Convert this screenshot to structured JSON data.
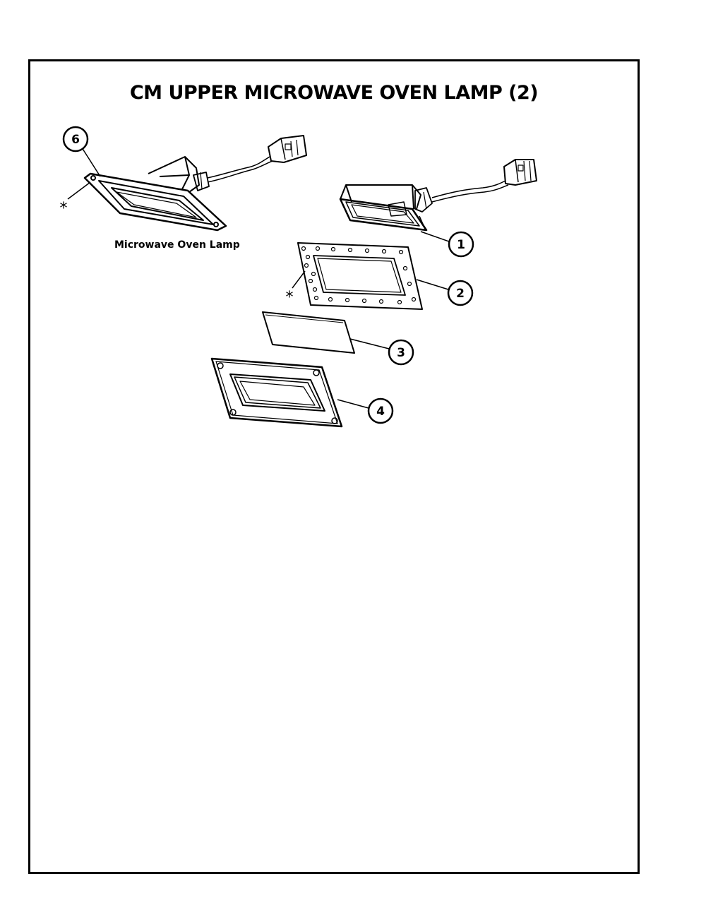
{
  "title": "CM UPPER MICROWAVE OVEN LAMP (2)",
  "assembly_caption": "Microwave Oven Lamp",
  "callouts": {
    "c1": "1",
    "c2": "2",
    "c3": "3",
    "c4": "4",
    "c6": "6"
  },
  "asterisk": "*"
}
